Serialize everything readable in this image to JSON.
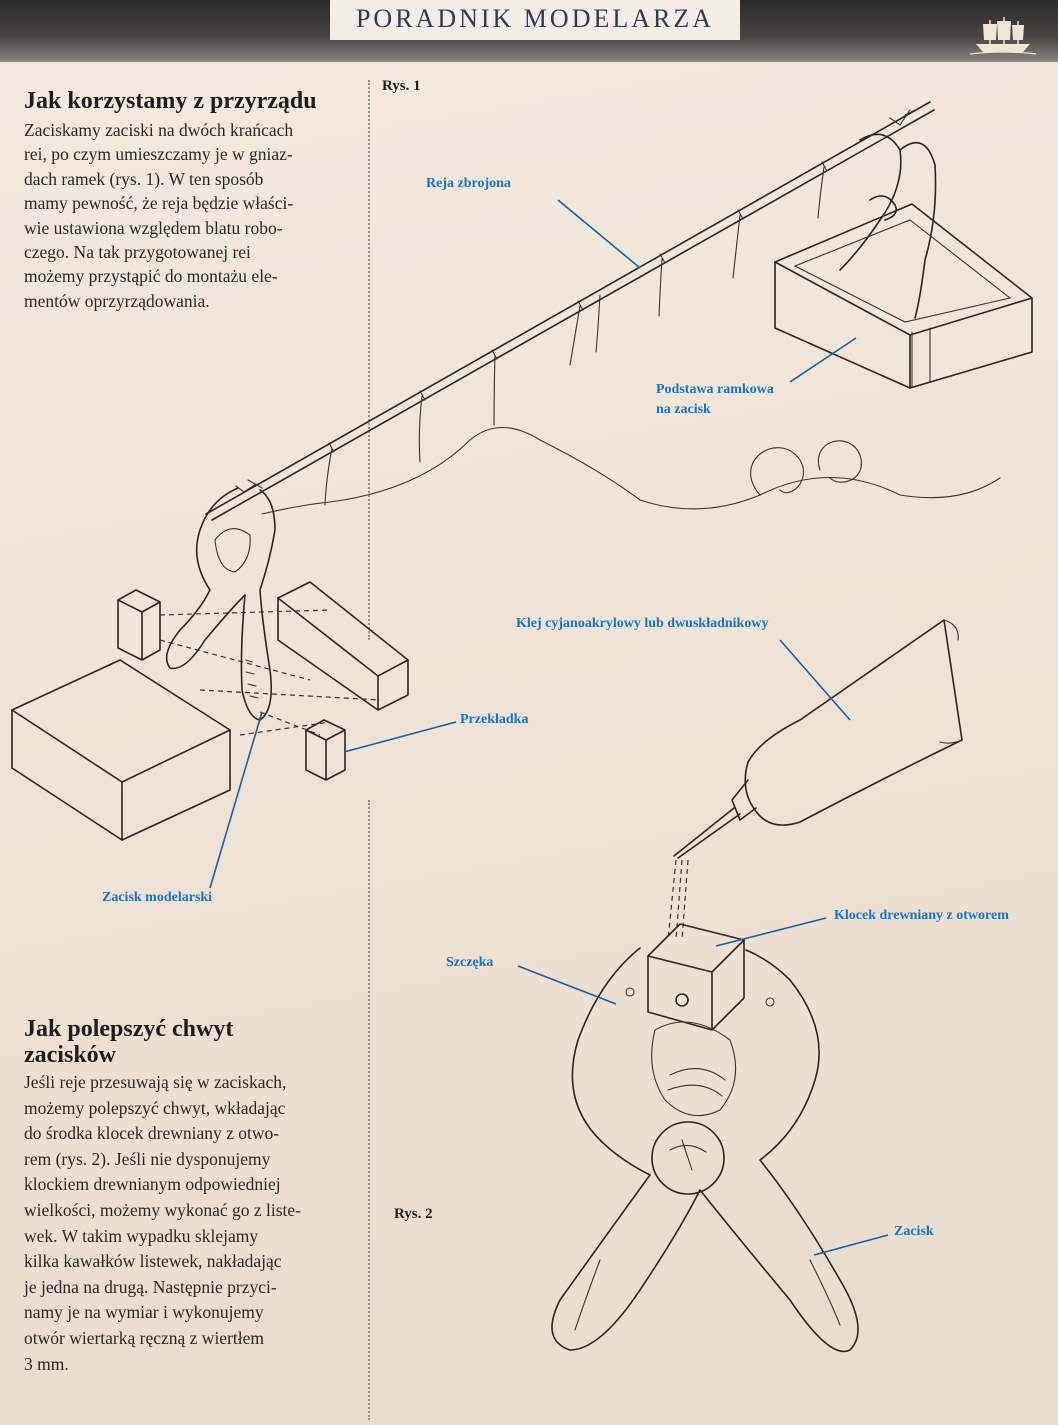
{
  "header": {
    "title": "PORADNIK MODELARZA",
    "logo_icon": "sailing-ship-icon"
  },
  "section1": {
    "title": "Jak korzystamy z przyrządu",
    "lines": [
      "Zaciskamy zaciski na dwóch krańcach",
      "rei, po czym umieszczamy je w gniaz-",
      "dach ramek (rys. 1). W ten sposób",
      "mamy pewność, że reja będzie właści-",
      "wie ustawiona względem blatu robo-",
      "czego. Na tak przygotowanej rei",
      "możemy przystąpić do montażu ele-",
      "mentów oprzyrządowania."
    ]
  },
  "section2": {
    "title_line1": "Jak polepszyć chwyt",
    "title_line2": "zacisków",
    "lines": [
      "Jeśli reje przesuwają się w zaciskach,",
      "możemy polepszyć chwyt, wkładając",
      "do środka klocek drewniany z otwo-",
      "rem (rys. 2). Jeśli nie dysponujemy",
      "klockiem drewnianym odpowiedniej",
      "wielkości, możemy wykonać go z liste-",
      "wek. W takim wypadku sklejamy",
      "kilka kawałków listewek, nakładając",
      "je jedna na drugą. Następnie przyci-",
      "namy je na wymiar i wykonujemy",
      "otwór wiertarką ręczną z wiertłem",
      "3 mm."
    ]
  },
  "figure1": {
    "label": "Rys. 1",
    "callouts": {
      "reja": "Reja zbrojona",
      "podstawa_line1": "Podstawa ramkowa",
      "podstawa_line2": "na zacisk",
      "przekladka": "Przekładka",
      "zacisk_modelarski": "Zacisk modelarski"
    }
  },
  "figure2": {
    "label": "Rys. 2",
    "callouts": {
      "klej": "Klej cyjanoakrylowy lub dwuskładnikowy",
      "klocek": "Klocek drewniany z otworem",
      "szczeka": "Szczęka",
      "zacisk": "Zacisk"
    }
  },
  "colors": {
    "callout_text": "#1a73c0",
    "pointer_line": "#1a5fa0",
    "header_title": "#2f3a55",
    "paper": "#efe4d8"
  }
}
